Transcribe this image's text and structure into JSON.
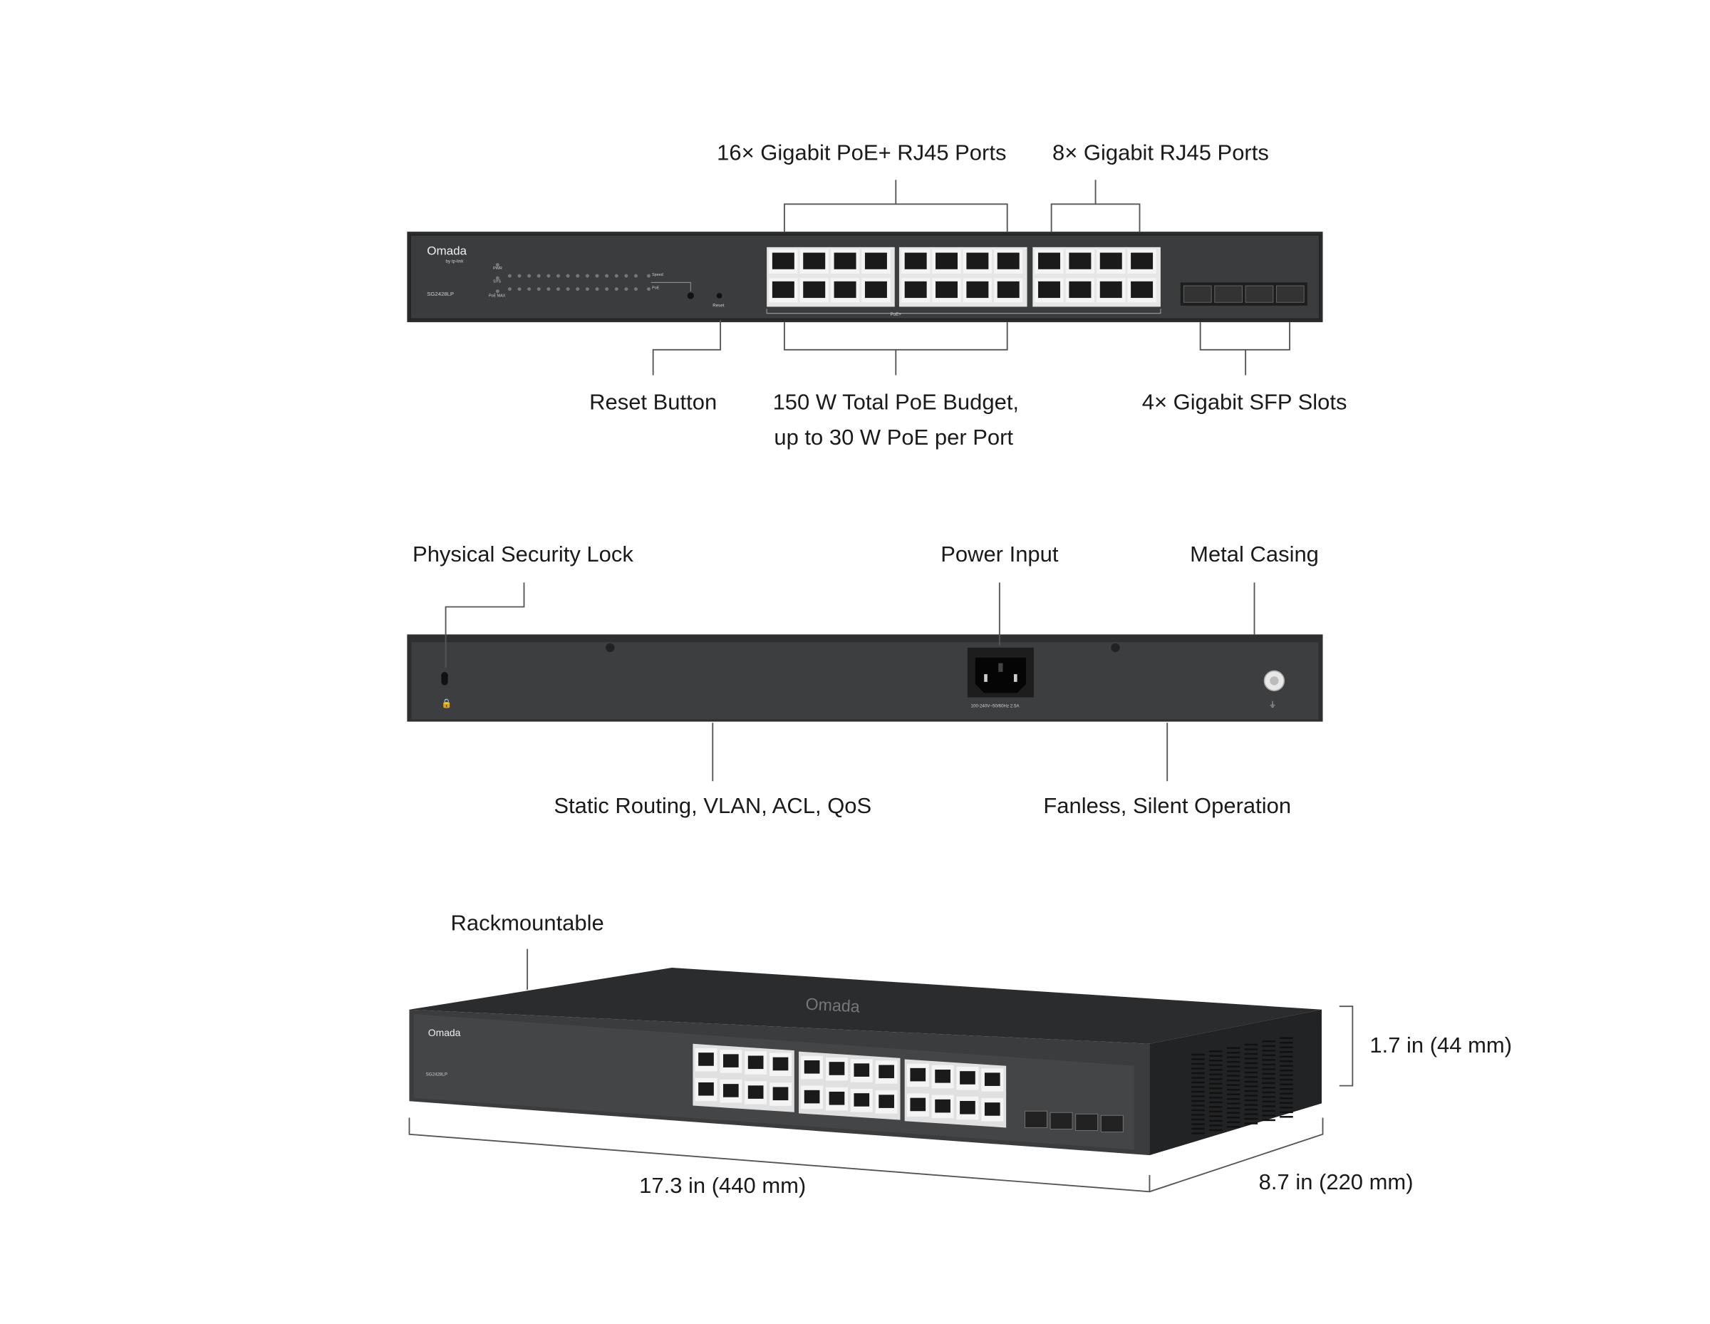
{
  "front": {
    "labels": {
      "poe_ports": "16× Gigabit PoE+ RJ45 Ports",
      "rj45_ports": "8× Gigabit RJ45 Ports",
      "reset": "Reset Button",
      "poe_budget_1": "150 W Total PoE Budget,",
      "poe_budget_2": "up to 30 W PoE per Port",
      "sfp": "4× Gigabit SFP Slots"
    },
    "panel": {
      "brand": "Omada",
      "brand_sub": "by tp-link",
      "model": "SG2428LP",
      "led_pwr": "PWR",
      "led_sys": "SYS",
      "led_poemax": "PoE MAX",
      "led_speed": "Speed",
      "led_poe": "PoE",
      "reset_text": "Reset",
      "poe_plus": "PoE+"
    }
  },
  "rear": {
    "labels": {
      "lock": "Physical Security Lock",
      "power": "Power Input",
      "casing": "Metal Casing",
      "routing": "Static Routing, VLAN, ACL, QoS",
      "fanless": "Fanless, Silent Operation"
    },
    "power_rating": "100-240V~50/60Hz 2.5A"
  },
  "iso": {
    "labels": {
      "rack": "Rackmountable",
      "height": "1.7 in (44 mm)",
      "width": "17.3 in (440 mm)",
      "depth": "8.7 in (220 mm)"
    },
    "top_logo": "Omada"
  },
  "colors": {
    "chassis": "#3a3b3d",
    "chassis_edge": "#1f2021",
    "port": "#f2f2f2",
    "line": "#555555"
  }
}
